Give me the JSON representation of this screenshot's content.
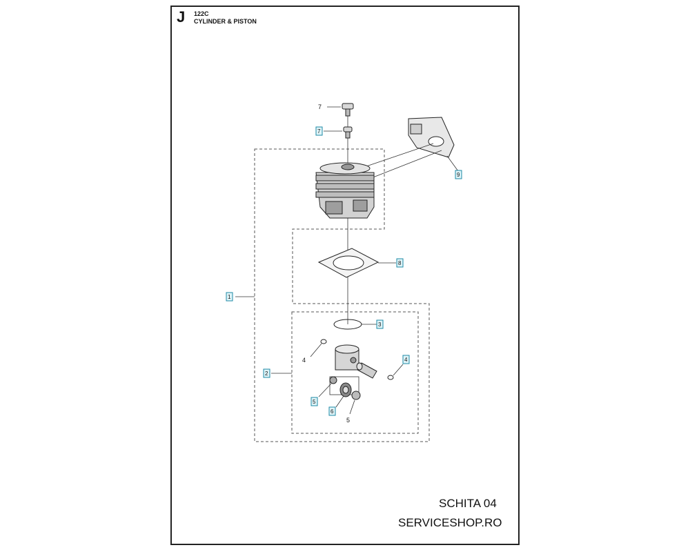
{
  "header": {
    "section_letter": "J",
    "model": "122C",
    "title": "CYLINDER & PISTON"
  },
  "footer": {
    "sheet_label": "SCHITA 04",
    "website": "SERVICESHOP.RO"
  },
  "callouts": {
    "c1": "1",
    "c2": "2",
    "c3": "3",
    "c4_left": "4",
    "c4_right": "4",
    "c5_left": "5",
    "c5_right": "5",
    "c6": "6",
    "c7_top": "7",
    "c7_boxed": "7",
    "c8": "8",
    "c9": "9"
  },
  "colors": {
    "callout_fill": "#dff4f8",
    "callout_border": "#1d8aa6",
    "sheet_border": "#222222"
  }
}
